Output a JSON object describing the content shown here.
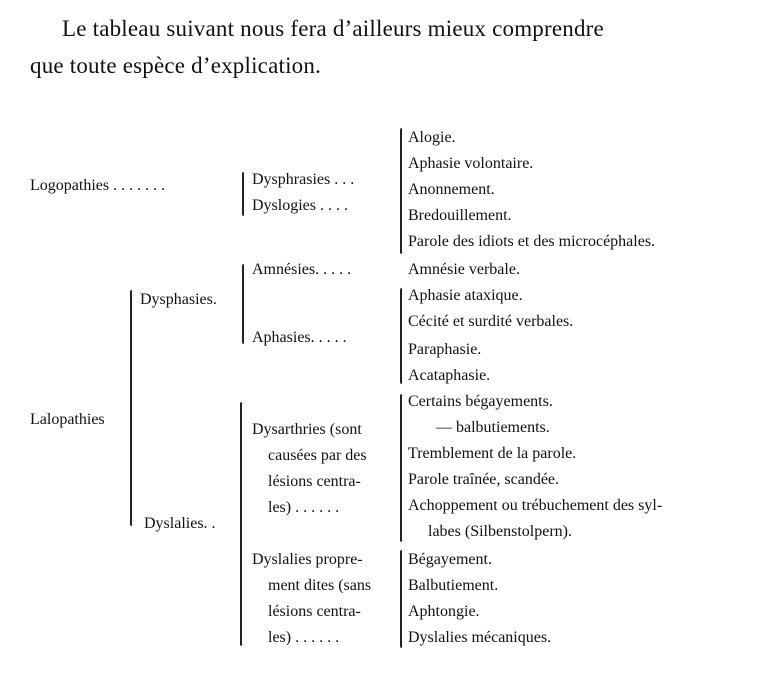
{
  "intro": {
    "line1": "Le tableau suivant nous fera d’ailleurs mieux comprendre",
    "line2": "que toute espèce d’explication."
  },
  "table": {
    "logopathies": "Logopathies . . . . . . .",
    "dysphrasies": "Dysphrasies . . .",
    "dyslogies": "Dyslogies . . . .",
    "alogie": "Alogie.",
    "aphasie_volontaire": "Aphasie volontaire.",
    "anonnement": "Anonnement.",
    "bredouillement": "Bredouillement.",
    "parole_idiots": "Parole des idiots et des microcéphales.",
    "lalopathies": "Lalopathies",
    "dysphasies": "Dysphasies.",
    "amnesies": "Amnésies. . . . .",
    "amnesie_verbale": "Amnésie verbale.",
    "aphasies": "Aphasies. . . . .",
    "aphasie_ataxique": "Aphasie ataxique.",
    "cecite": "Cécité et surdité verbales.",
    "paraphasie": "Paraphasie.",
    "acataphasie": "Acataphasie.",
    "dyslalies": "Dyslalies. .",
    "dysarthries_1": "Dysarthries (sont",
    "dysarthries_2": "causées par des",
    "dysarthries_3": "lésions centra-",
    "dysarthries_4": "les) . . . . . .",
    "begayements": "Certains bégayements.",
    "balbutiements": "— balbutiements.",
    "tremblement": "Tremblement de la parole.",
    "parole_trainee": "Parole traînée, scandée.",
    "achoppement_1": "Achoppement ou trébuchement des syl-",
    "achoppement_2": "labes (Silbenstolpern).",
    "proprement_1": "Dyslalies propre-",
    "proprement_2": "ment dites (sans",
    "proprement_3": "lésions centra-",
    "proprement_4": "les) . . . . . .",
    "begayement": "Bégayement.",
    "balbutiement": "Balbutiement.",
    "aphtongie": "Aphtongie.",
    "mecaniques": "Dyslalies mécaniques."
  }
}
